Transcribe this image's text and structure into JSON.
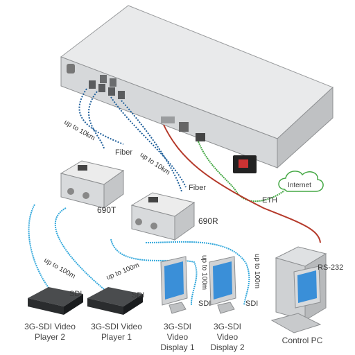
{
  "labels": {
    "fiber_1": "Fiber",
    "fiber_2": "Fiber",
    "upto10km_1": "up to 10km",
    "upto10km_2": "up to 10km",
    "upto100m_1": "up to 100m",
    "upto100m_2": "up to 100m",
    "upto100m_3": "up to 100m",
    "upto100m_4": "up to 100m",
    "sdi_1": "SDI",
    "sdi_2": "SDI",
    "sdi_3": "SDI",
    "sdi_4": "SDI",
    "eth": "ETH",
    "rs232": "RS-232",
    "internet": "Internet",
    "dev_690t": "690T",
    "dev_690r": "690R"
  },
  "captions": {
    "player2_l1": "3G-SDI Video",
    "player2_l2": "Player 2",
    "player1_l1": "3G-SDI Video",
    "player1_l2": "Player 1",
    "display1_l1": "3G-SDI",
    "display1_l2": "Video",
    "display1_l3": "Display 1",
    "display2_l1": "3G-SDI",
    "display2_l2": "Video",
    "display2_l3": "Display 2",
    "pc": "Control PC"
  },
  "colors": {
    "fiber": "#1f5f9a",
    "sdi": "#35a9dc",
    "eth": "#45a845",
    "rs232": "#b53a2b",
    "chassis": "#d2d4d6"
  }
}
